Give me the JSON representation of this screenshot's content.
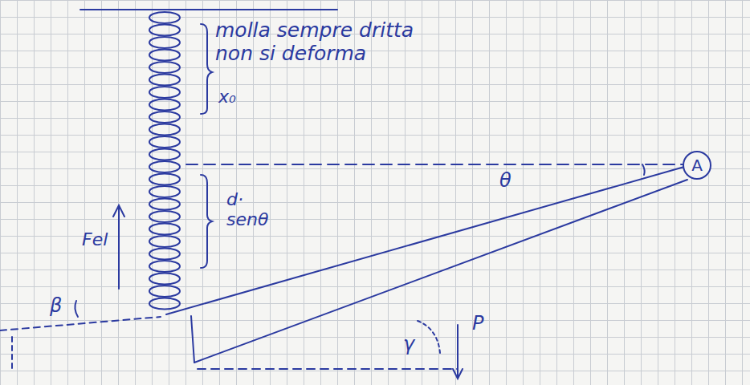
{
  "diagram": {
    "nodes": [
      {
        "text": [
          "A"
        ]
      }
    ],
    "labels": [
      "molla sempre dritta non si deforma",
      "x₀",
      "d· senθ",
      "θ",
      "Fel",
      "β",
      "γ",
      "P"
    ]
  }
}
